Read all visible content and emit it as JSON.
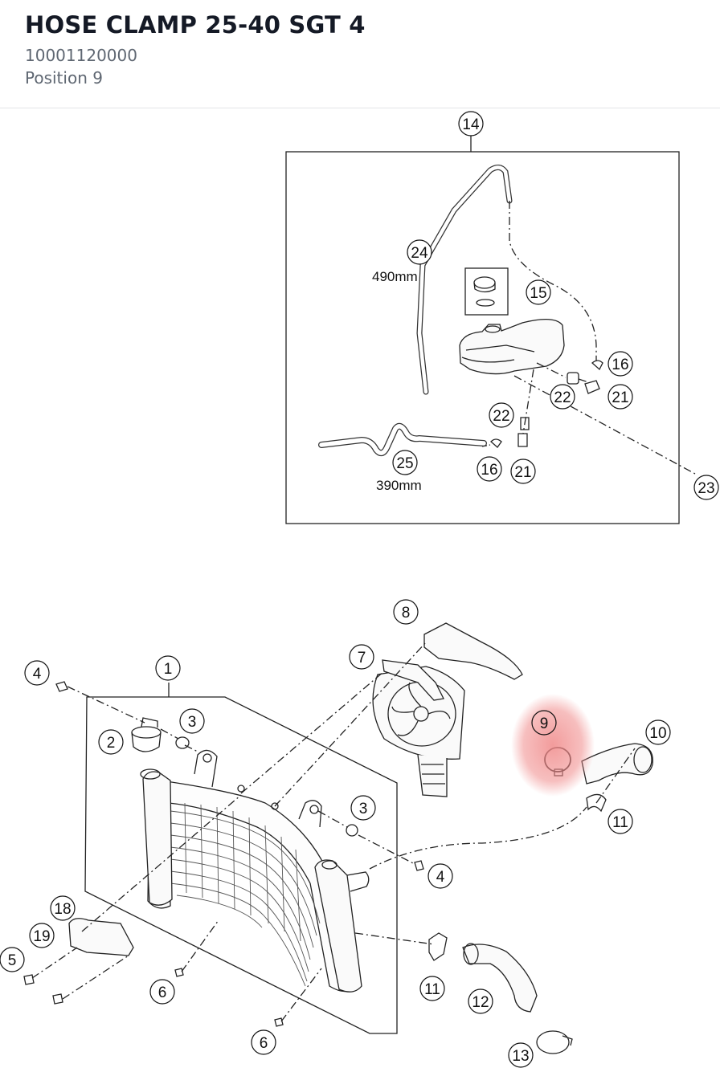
{
  "header": {
    "title": "HOSE CLAMP 25-40 SGT 4",
    "part_number": "10001120000",
    "position": "Position 9"
  },
  "diagram": {
    "highlight_color": "#f08a8a",
    "callouts": [
      "14",
      "24",
      "15",
      "16",
      "21",
      "22",
      "22",
      "25",
      "16",
      "21",
      "23",
      "8",
      "7",
      "1",
      "4",
      "3",
      "2",
      "9",
      "10",
      "3",
      "11",
      "4",
      "18",
      "19",
      "5",
      "6",
      "11",
      "12",
      "6",
      "13"
    ],
    "dimensions": [
      "490mm",
      "390mm"
    ],
    "highlighted_callout": "9"
  }
}
